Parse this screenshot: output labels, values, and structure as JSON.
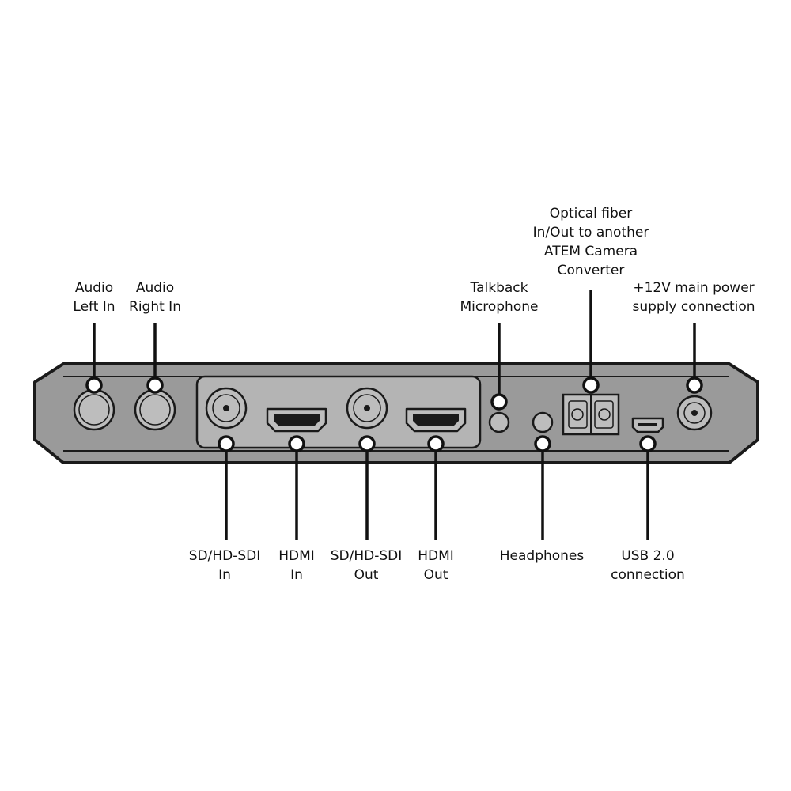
{
  "diagram": {
    "colors": {
      "outline": "#1a1a1a",
      "body_fill": "#9a9a9a",
      "panel_fill": "#b4b4b4",
      "port_fill": "#bdbdbd",
      "leader": "#111111",
      "marker_fill": "#ffffff"
    },
    "labels": {
      "audio_left_in": [
        "Audio",
        "Left In"
      ],
      "audio_right_in": [
        "Audio",
        "Right In"
      ],
      "talkback_microphone": [
        "Talkback",
        "Microphone"
      ],
      "optical_fiber": [
        "Optical fiber",
        "In/Out to another",
        "ATEM Camera",
        "Converter"
      ],
      "main_power": [
        "+12V main power",
        "supply connection"
      ],
      "sdi_in": [
        "SD/HD-SDI",
        "In"
      ],
      "hdmi_in": [
        "HDMI",
        "In"
      ],
      "sdi_out": [
        "SD/HD-SDI",
        "Out"
      ],
      "hdmi_out": [
        "HDMI",
        "Out"
      ],
      "headphones": [
        "Headphones"
      ],
      "usb": [
        "USB 2.0",
        "connection"
      ]
    }
  }
}
